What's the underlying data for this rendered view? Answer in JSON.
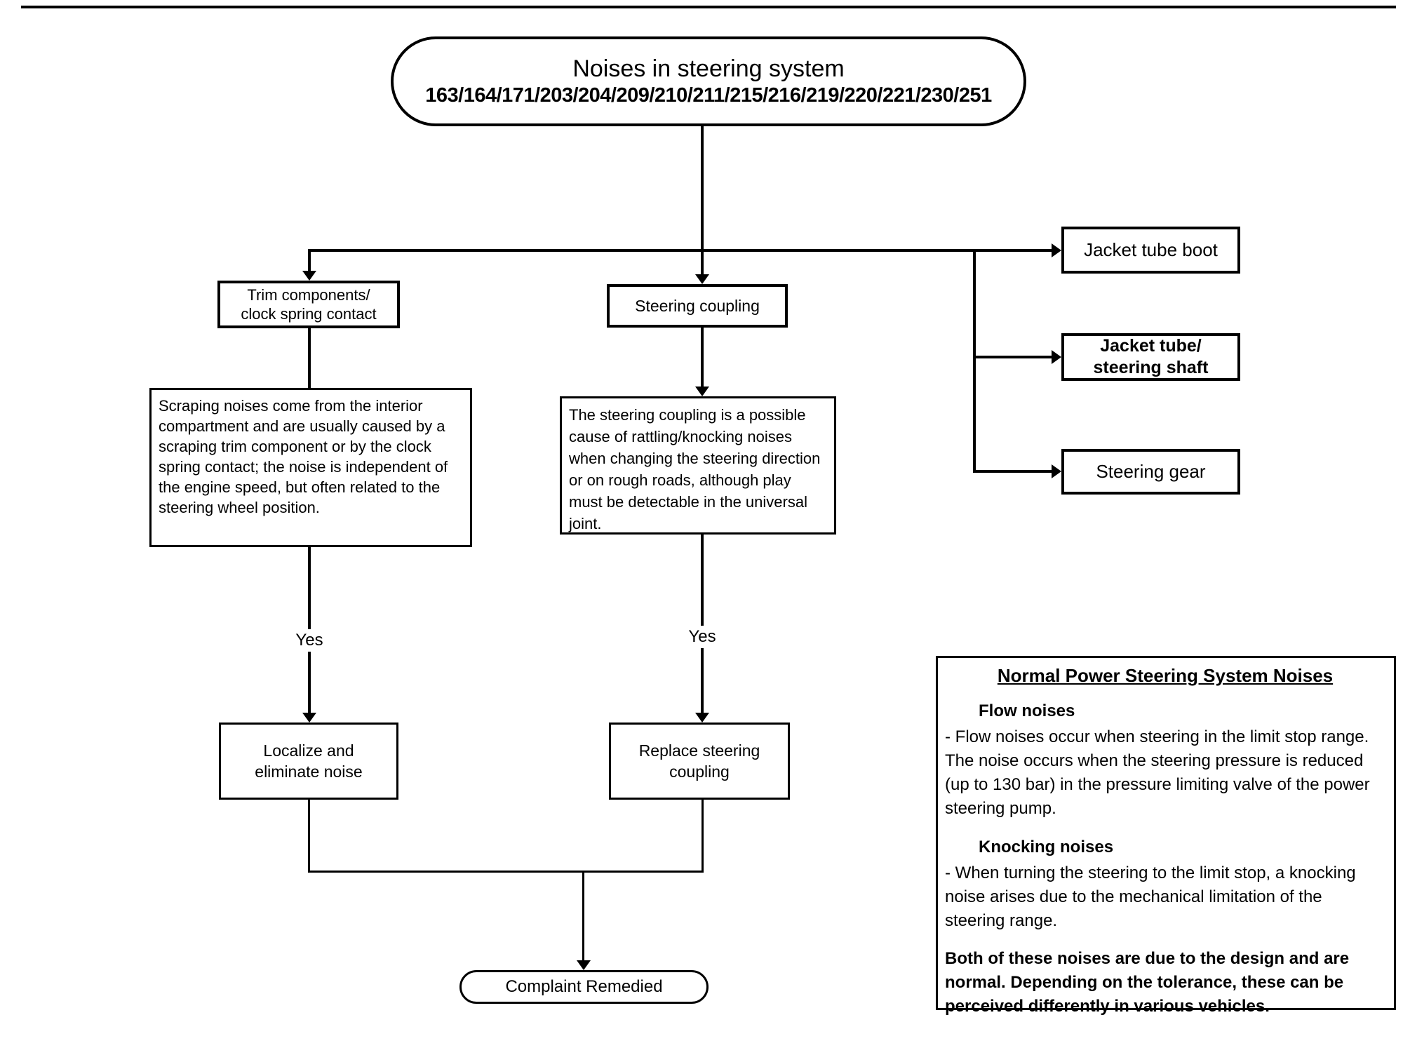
{
  "flowchart": {
    "start": {
      "title": "Noises in steering system",
      "codes": "163/164/171/203/204/209/210/211/215/216/219/220/221/230/251"
    },
    "nodes": {
      "trim_label": "Trim components/\nclock spring contact",
      "coupling_label": "Steering coupling",
      "jacket_boot_label": "Jacket tube boot",
      "jacket_shaft_label": "Jacket tube/\nsteering shaft",
      "steering_gear_label": "Steering gear",
      "trim_description": "Scraping noises come from the interior compartment and are usually caused by a scraping trim component or by the clock spring contact; the noise is independent of the engine speed, but often related to the steering wheel position.",
      "coupling_description": "The steering coupling is a possible cause of rattling/knocking noises when changing the steering direction or on rough roads, although play must be detectable in the universal joint.",
      "yes_left": "Yes",
      "yes_middle": "Yes",
      "localize_label": "Localize and\neliminate noise",
      "replace_label": "Replace steering\ncoupling",
      "end_label": "Complaint Remedied"
    },
    "panel": {
      "title": "Normal Power Steering System Noises",
      "sections": [
        {
          "heading": "Flow noises",
          "body": "-  Flow noises occur when steering in the limit stop range.  The noise occurs when the steering pressure is reduced (up to 130 bar) in the pressure limiting valve of the power steering pump."
        },
        {
          "heading": "Knocking noises",
          "body": "-  When turning the steering to the limit stop, a knocking noise arises due to the mechanical limitation of the steering range."
        }
      ],
      "footer": "Both of these noises are due to the design and are normal.  Depending on the tolerance, these can be perceived differently in various vehicles."
    },
    "colors": {
      "ink": "#000000",
      "paper": "#ffffff"
    }
  }
}
